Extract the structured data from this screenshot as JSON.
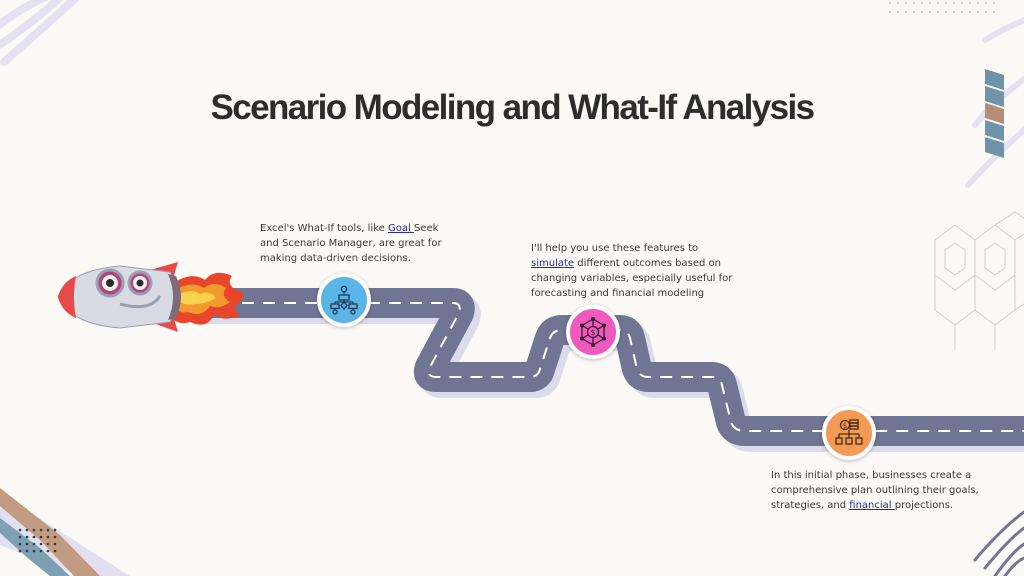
{
  "title": "Scenario Modeling and What-If Analysis",
  "milestones": [
    {
      "text_before": "Excel's What-If tools, like ",
      "link": "Goal ",
      "text_after": "Seek and Scenario Manager, are great for making data-driven decisions.",
      "icon": "flowchart-icon",
      "icon_color": "#5ab4e6"
    },
    {
      "text_before": "I'll help you use these features to ",
      "link": "simulate",
      "text_after": " different outcomes based on changing variables, especially useful for forecasting and financial modeling",
      "icon": "network-dollar-icon",
      "icon_color": "#ee5bbd"
    },
    {
      "text_before": "In this initial phase, businesses create a comprehensive plan outlining their goals, strategies, and ",
      "link": "financial ",
      "text_after": "projections.",
      "icon": "finance-hierarchy-icon",
      "icon_color": "#f39a55"
    }
  ],
  "colors": {
    "road": "#707593",
    "road_shadow": "#dcdbec",
    "lane_marks": "#ffffff",
    "title": "#2d2d2d"
  }
}
